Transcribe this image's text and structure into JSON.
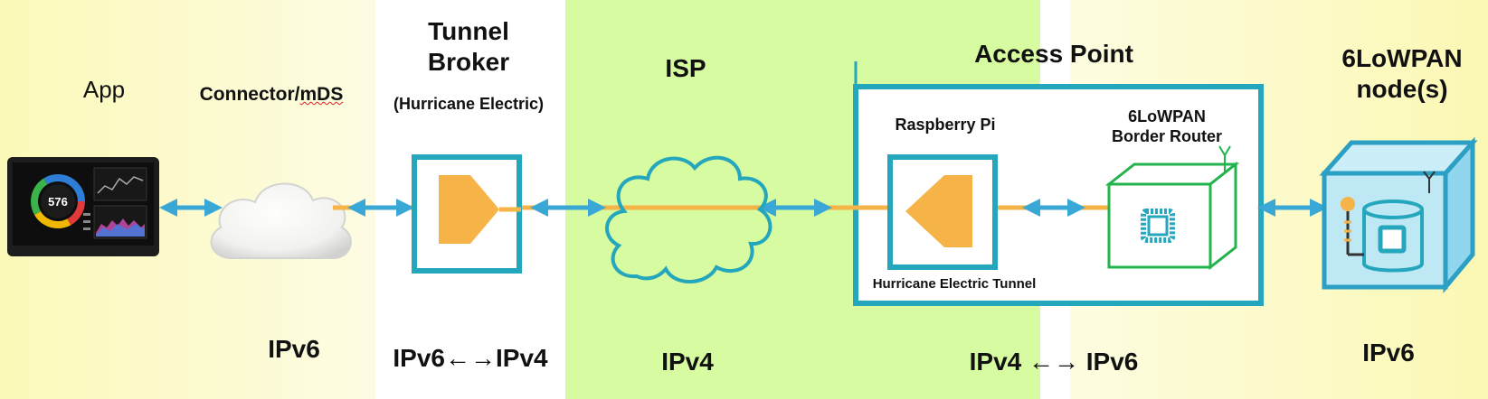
{
  "labels": {
    "app": "App",
    "connector_prefix": "Connector/",
    "connector_suffix": "mDS",
    "tunnel_broker_line1": "Tunnel",
    "tunnel_broker_line2": "Broker",
    "hurricane_electric": "(Hurricane Electric)",
    "isp": "ISP",
    "access_point": "Access Point",
    "raspberry_pi": "Raspberry Pi",
    "border_router_line1": "6LoWPAN",
    "border_router_line2": "Border Router",
    "hurricane_tunnel": "Hurricane Electric Tunnel",
    "node_line1": "6LoWPAN",
    "node_line2": "node(s)"
  },
  "protocols": {
    "app": "IPv6",
    "broker": "IPv6←→IPv4",
    "isp": "IPv4",
    "access_point": "IPv4 ←→ IPv6",
    "node": "IPv6"
  },
  "dashboard": {
    "gauge_value": "576"
  },
  "colors": {
    "zone_yellow": "#fafac0",
    "zone_green": "#d6fba0",
    "teal": "#24a6bd",
    "orange": "#f6b347",
    "arrow_blue": "#3aa8d6",
    "router_green": "#22b34c",
    "cube_blue": "#bfe8f5"
  }
}
